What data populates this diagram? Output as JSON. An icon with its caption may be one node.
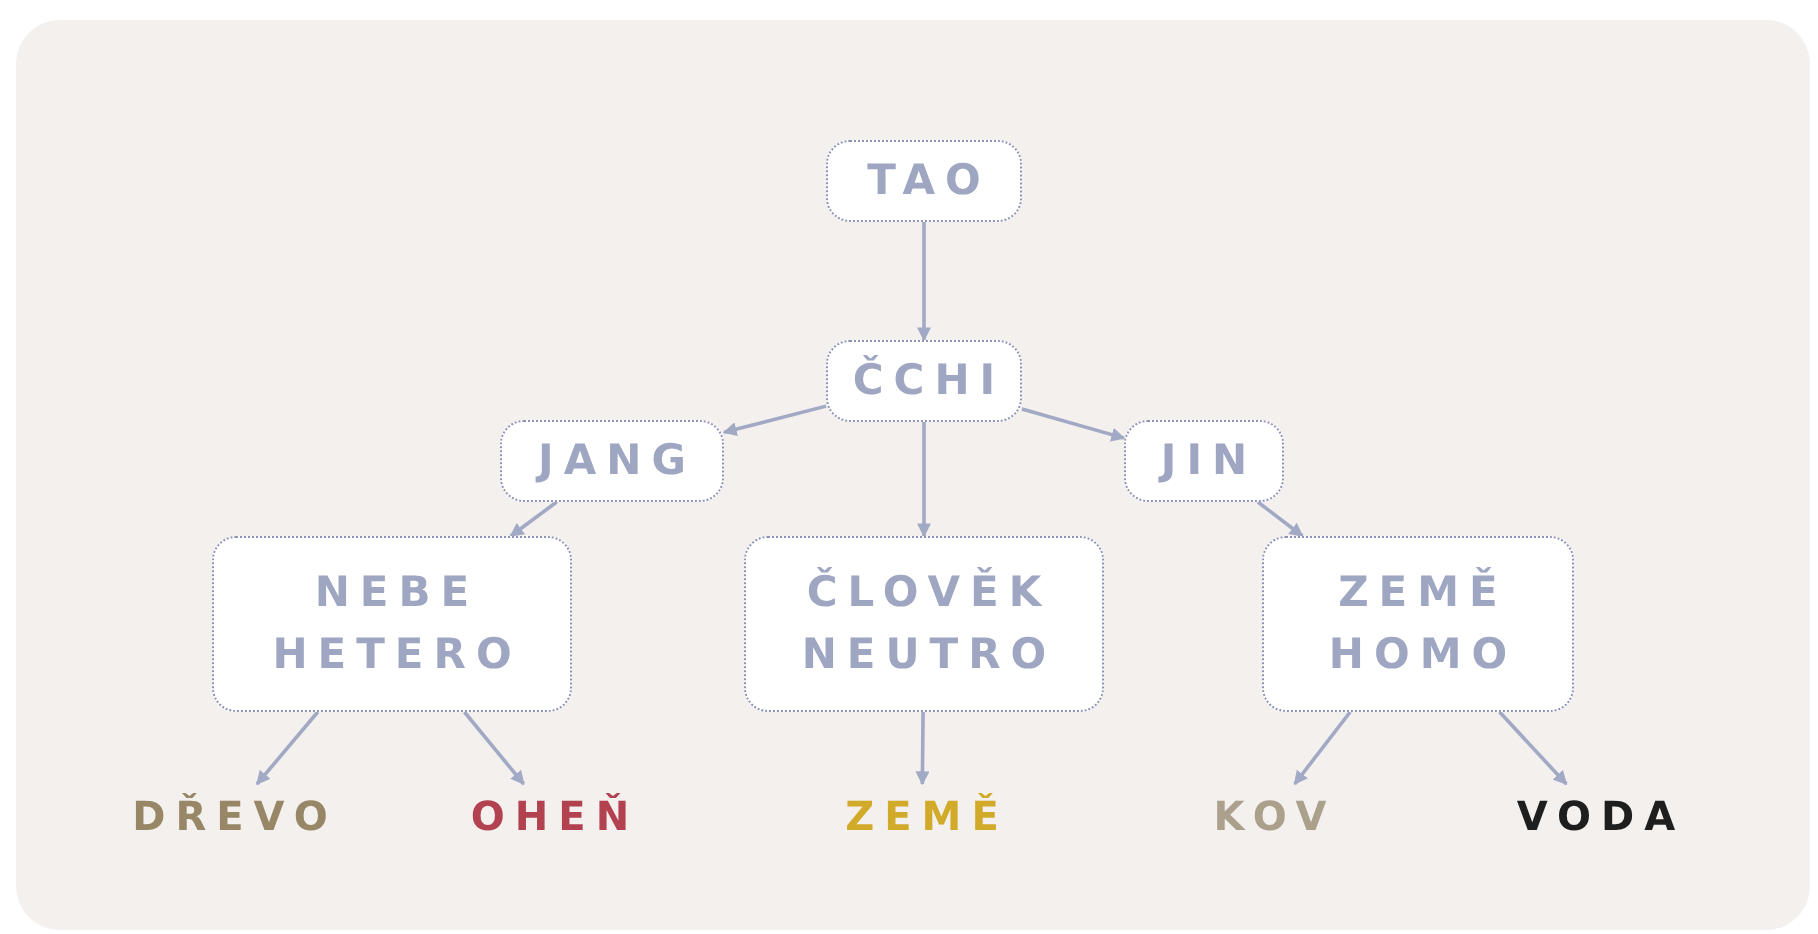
{
  "diagram": {
    "nodes": [
      {
        "text": [
          "TAO"
        ]
      },
      {
        "text": [
          "ČCHI"
        ]
      },
      {
        "text": [
          "JANG"
        ]
      },
      {
        "text": [
          "JIN"
        ]
      },
      {
        "text": [
          "NEBE HETERO"
        ]
      },
      {
        "text": [
          "ČLOVĚK NEUTRO"
        ]
      },
      {
        "text": [
          "ZEMĚ HOMO"
        ]
      },
      {
        "text": [
          "DŘEVO"
        ]
      },
      {
        "text": [
          "OHEŇ"
        ]
      },
      {
        "text": [
          "ZEMĚ"
        ]
      },
      {
        "text": [
          "KOV"
        ]
      },
      {
        "text": [
          "VODA"
        ]
      }
    ],
    "edges": [
      {
        "from": 0,
        "to": 1,
        "arrow": "to"
      },
      {
        "from": 1,
        "to": 2,
        "arrow": "to"
      },
      {
        "from": 1,
        "to": 5,
        "arrow": "to"
      },
      {
        "from": 1,
        "to": 3,
        "arrow": "to"
      },
      {
        "from": 2,
        "to": 4,
        "arrow": "to"
      },
      {
        "from": 3,
        "to": 6,
        "arrow": "to"
      },
      {
        "from": 4,
        "to": 7,
        "arrow": "to"
      },
      {
        "from": 4,
        "to": 8,
        "arrow": "to"
      },
      {
        "from": 5,
        "to": 9,
        "arrow": "to"
      },
      {
        "from": 6,
        "to": 10,
        "arrow": "to"
      },
      {
        "from": 6,
        "to": 11,
        "arrow": "to"
      }
    ]
  }
}
